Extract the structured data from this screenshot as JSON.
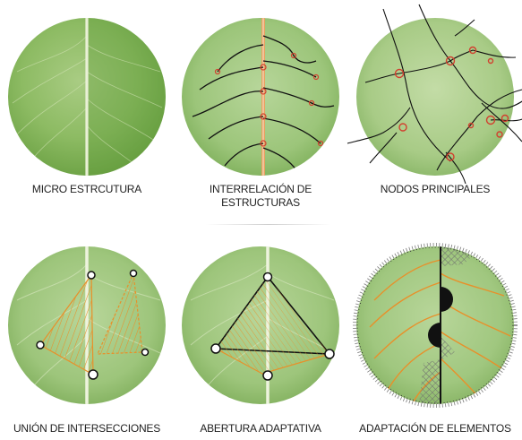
{
  "panels": [
    {
      "id": "micro",
      "caption": "MICRO ESTRCUTURA"
    },
    {
      "id": "interrelacion",
      "caption": "INTERRELACIÓN DE ESTRUCTURAS"
    },
    {
      "id": "nodos",
      "caption": "NODOS PRINCIPALES"
    },
    {
      "id": "union",
      "caption": "UNIÓN DE INTERSECCIONES"
    },
    {
      "id": "abertura",
      "caption": "ABERTURA ADAPTATIVA"
    },
    {
      "id": "adaptacion",
      "caption": "ADAPTACIÓN DE ELEMENTOS"
    }
  ],
  "colors": {
    "leaf_light": "#b9d79a",
    "leaf_mid": "#8fbb6a",
    "leaf_dark": "#5e9a3c",
    "vein": "#e8efd2",
    "sketch_line": "#111111",
    "node_circle": "#d2402f",
    "midrib_orange": "#e8a060",
    "hatch_orange": "#e8902a",
    "hatch_gray": "#7a7a7a"
  }
}
